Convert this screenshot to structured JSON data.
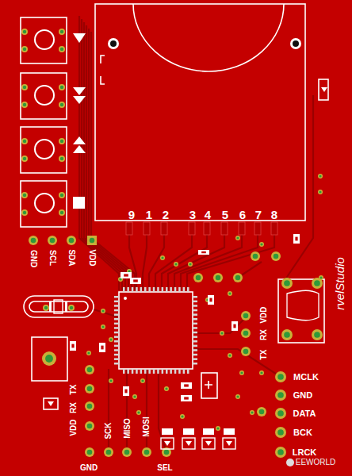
{
  "diagram": {
    "labels": [
      "9",
      "1",
      "2",
      "3",
      "4",
      "5",
      "6",
      "7",
      "8",
      "GND",
      "SCL",
      "SDA",
      "VDD",
      "TX",
      "RX",
      "VDD",
      "MCLK",
      "GND",
      "DATA",
      "BCK",
      "LRCK",
      "TX",
      "RX",
      "VDD",
      "SCK",
      "MISO",
      "MOSI",
      "GND",
      "SEL",
      "rvelStudio",
      "EEWORLD"
    ]
  }
}
